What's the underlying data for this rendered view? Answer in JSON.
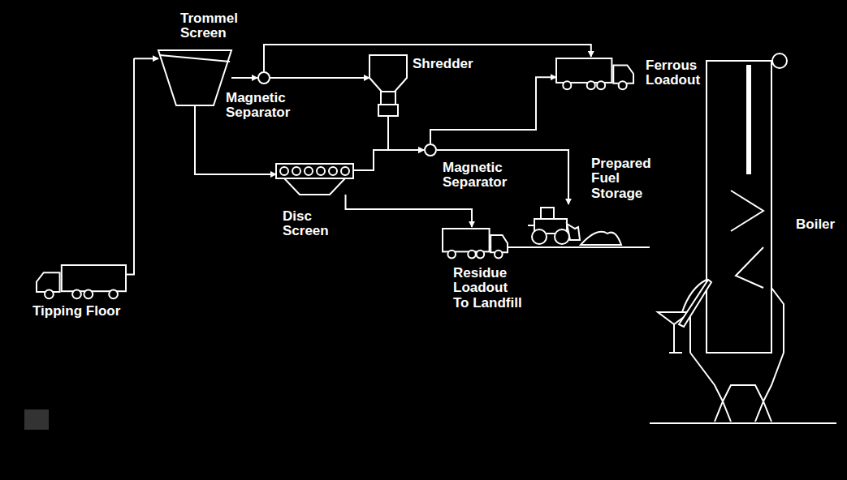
{
  "diagram": {
    "nodes": [
      {
        "text": [
          "Tipping Floor"
        ]
      },
      {
        "text": [
          "Trommel Screen"
        ]
      },
      {
        "text": [
          "Magnetic Separator"
        ]
      },
      {
        "text": [
          "Shredder"
        ]
      },
      {
        "text": [
          "Ferrous Loadout"
        ]
      },
      {
        "text": [
          "Disc Screen"
        ]
      },
      {
        "text": [
          "Magnetic Separator"
        ]
      },
      {
        "text": [
          "Residue Loadout To Landfill"
        ]
      },
      {
        "text": [
          "Prepared Fuel Storage"
        ]
      },
      {
        "text": [
          "Boiler"
        ]
      }
    ],
    "edges": [
      {
        "from": 0,
        "to": 1,
        "arrow": "to"
      },
      {
        "from": 1,
        "to": 2,
        "arrow": "to"
      },
      {
        "from": 2,
        "to": 3,
        "arrow": "to"
      },
      {
        "from": 2,
        "to": 4,
        "arrow": "to"
      },
      {
        "from": 1,
        "to": 5,
        "arrow": "to"
      },
      {
        "from": 5,
        "to": 7,
        "arrow": "to"
      },
      {
        "from": 5,
        "to": 6,
        "arrow": "to"
      },
      {
        "from": 3,
        "to": 6,
        "arrow": "to"
      },
      {
        "from": 6,
        "to": 8,
        "arrow": "to"
      },
      {
        "from": 6,
        "to": 4,
        "arrow": "to"
      }
    ]
  }
}
